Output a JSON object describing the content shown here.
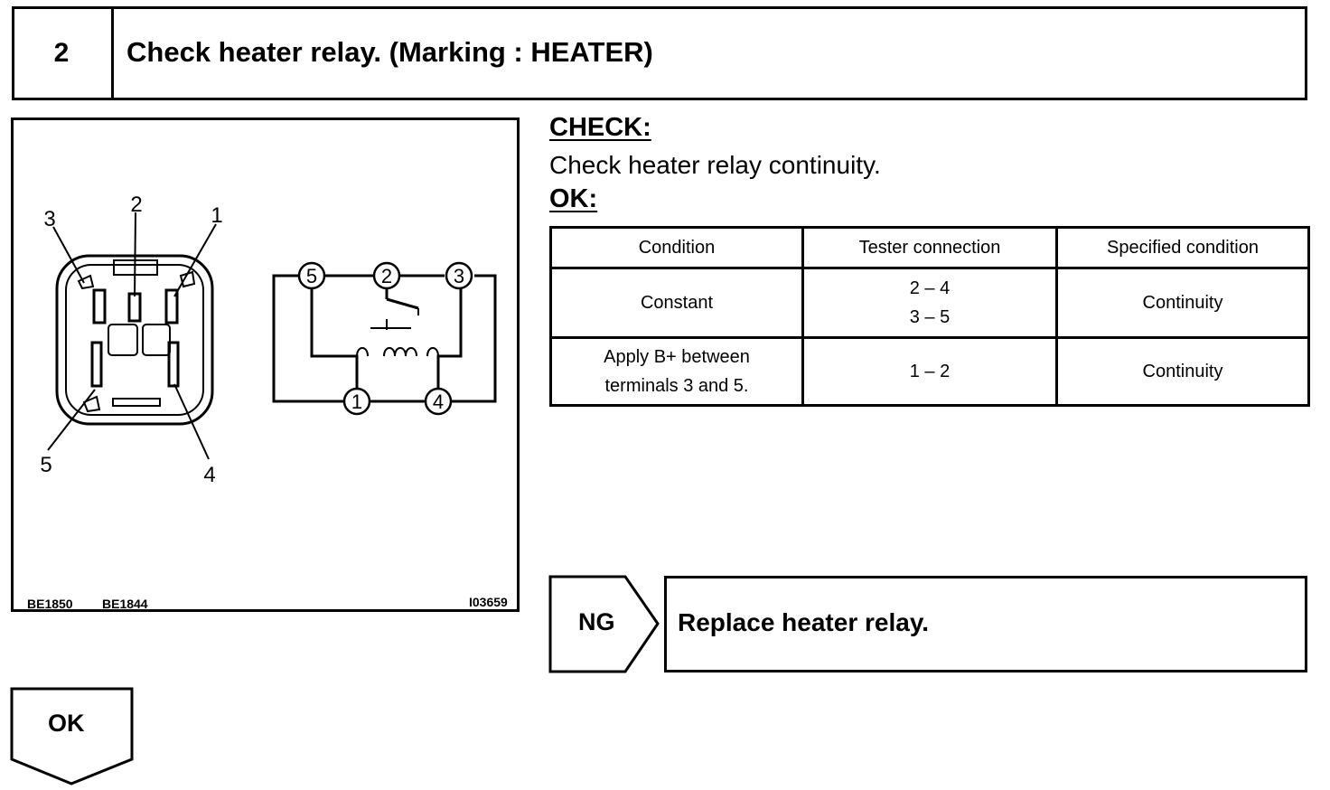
{
  "step": {
    "number": "2",
    "title": "Check heater relay. (Marking : HEATER)"
  },
  "figure": {
    "relay_terminals": [
      "3",
      "2",
      "1",
      "5",
      "4"
    ],
    "schematic_terminals": [
      "5",
      "2",
      "3",
      "1",
      "4"
    ],
    "codes": {
      "left_1": "BE1850",
      "left_2": "BE1844",
      "right": "I03659"
    }
  },
  "check": {
    "heading": "CHECK:",
    "instruction": "Check heater relay continuity.",
    "ok_heading": "OK:"
  },
  "table": {
    "headers": [
      "Condition",
      "Tester connection",
      "Specified condition"
    ],
    "rows": [
      {
        "condition": [
          "Constant"
        ],
        "tester": [
          "2 – 4",
          "3 – 5"
        ],
        "specified": "Continuity"
      },
      {
        "condition": [
          "Apply B+ between",
          "terminals 3 and 5."
        ],
        "tester": [
          "1 – 2"
        ],
        "specified": "Continuity"
      }
    ]
  },
  "ng": {
    "label": "NG",
    "action": "Replace heater relay."
  },
  "ok": {
    "label": "OK"
  }
}
